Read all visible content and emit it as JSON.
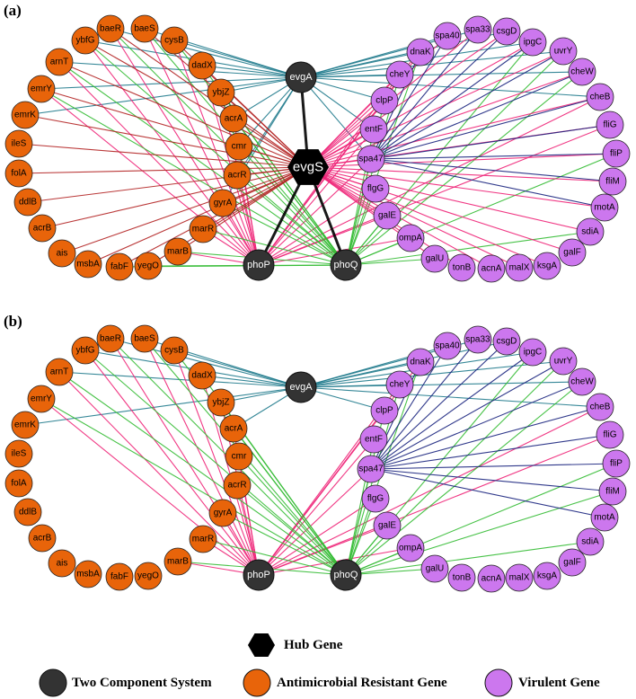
{
  "panels": [
    {
      "label": "(a)",
      "hub": "evgS",
      "tcs": [
        "evgA",
        "phoP",
        "phoQ"
      ],
      "amr_genes": [
        "ybfG",
        "baeR",
        "baeS",
        "cysB",
        "arnT",
        "dadX",
        "emrY",
        "ybjZ",
        "emrK",
        "acrA",
        "ileS",
        "cmr",
        "folA",
        "acrR",
        "ddlB",
        "gyrA",
        "acrB",
        "marR",
        "ais",
        "marB",
        "msbA",
        "fabF",
        "yegO"
      ],
      "virulent_genes": [
        "spa40",
        "spa33",
        "csgD",
        "dnaK",
        "ipgC",
        "uvrY",
        "cheY",
        "cheW",
        "clpP",
        "cheB",
        "entF",
        "fliG",
        "spa47",
        "fliP",
        "fliM",
        "flgG",
        "motA",
        "galE",
        "sdiA",
        "ompA",
        "galF",
        "galU",
        "ksgA",
        "tonB",
        "acnA",
        "malX"
      ]
    },
    {
      "label": "(b)",
      "hub": "",
      "tcs": [
        "evgA",
        "phoP",
        "phoQ"
      ],
      "amr_genes": [
        "ybfG",
        "baeR",
        "baeS",
        "cysB",
        "arnT",
        "dadX",
        "emrY",
        "ybjZ",
        "emrK",
        "acrA",
        "ileS",
        "cmr",
        "folA",
        "acrR",
        "ddlB",
        "gyrA",
        "acrB",
        "marR",
        "ais",
        "marB",
        "msbA",
        "fabF",
        "yegO"
      ],
      "virulent_genes": [
        "spa40",
        "spa33",
        "csgD",
        "dnaK",
        "ipgC",
        "uvrY",
        "cheY",
        "cheW",
        "clpP",
        "cheB",
        "entF",
        "fliG",
        "spa47",
        "fliP",
        "fliM",
        "flgG",
        "motA",
        "galE",
        "sdiA",
        "ompA",
        "galF",
        "galU",
        "ksgA",
        "tonB",
        "acnA",
        "malX"
      ]
    }
  ],
  "legend": {
    "hub": "Hub Gene",
    "tcs": "Two Component System",
    "amr": "Antimicrobial Resistant Gene",
    "virulent": "Virulent Gene"
  },
  "colors": {
    "tcs_node": "#333333",
    "amr_node": "#e8640a",
    "virulent_node": "#cc77ee",
    "hub_node": "#000000",
    "edge_teal": "#1f7a8c",
    "edge_red": "#b22222",
    "edge_pink": "#ee2277",
    "edge_green": "#33bb33",
    "edge_navy": "#1a237e",
    "edge_black": "#000000"
  }
}
